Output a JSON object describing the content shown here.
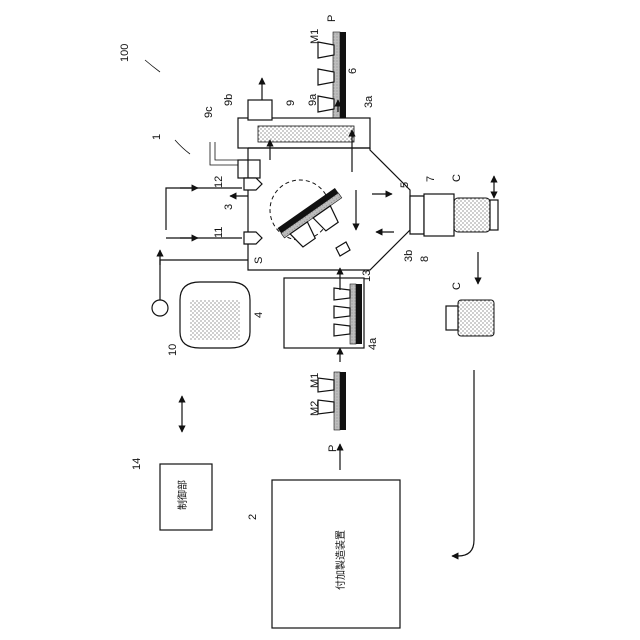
{
  "labels": {
    "system": "100",
    "apparatus": "1",
    "powder_m1": "M1",
    "powder_m2": "M2",
    "part": "P",
    "plate_6": "6",
    "chamber_3": "3",
    "chamber_3a": "3a",
    "chamber_3b": "3b",
    "chamber_4": "4",
    "chamber_4a": "4a",
    "valve_5": "5",
    "container_7": "7",
    "opening_8": "8",
    "unit_9": "9",
    "unit_9a": "9a",
    "unit_9b": "9b",
    "unit_9c": "9c",
    "tank_10": "10",
    "nozzle_11": "11",
    "nozzle_12": "12",
    "nozzle_13": "13",
    "controller_14": "14",
    "device_2": "2",
    "container_c1": "C",
    "container_c2": "C",
    "space_s": "S"
  },
  "controller_text": "制御部",
  "device_text": "付加製造装置",
  "icons": [
    "double-arrow-icon",
    "arrow-up-icon",
    "arrow-down-icon",
    "return-arrow-icon"
  ]
}
